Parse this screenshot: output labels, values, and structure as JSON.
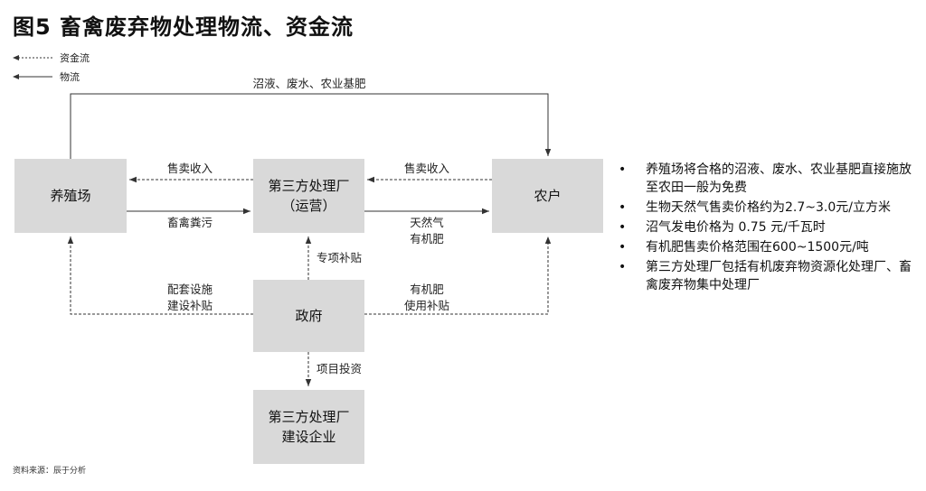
{
  "title": "图5 畜禽废弃物处理物流、资金流",
  "legend": {
    "fund_flow": "资金流",
    "material_flow": "物流"
  },
  "nodes": {
    "farm": "养殖场",
    "processor_line1": "第三方处理厂",
    "processor_line2": "（运营）",
    "farmer": "农户",
    "government": "政府",
    "builder_line1": "第三方处理厂",
    "builder_line2": "建设企业"
  },
  "edge_labels": {
    "top_loop": "沼液、废水、农业基肥",
    "sale_income_left": "售卖收入",
    "manure": "畜禽粪污",
    "sale_income_right": "售卖收入",
    "gas_line1": "天然气",
    "gas_line2": "有机肥",
    "special_subsidy": "专项补贴",
    "facility_line1": "配套设施",
    "facility_line2": "建设补贴",
    "fert_line1": "有机肥",
    "fert_line2": "使用补贴",
    "project_investment": "项目投资"
  },
  "bullets": [
    "养殖场将合格的沼液、废水、农业基肥直接施放至农田一般为免费",
    "生物天然气售卖价格约为2.7~3.0元/立方米",
    "沼气发电价格为 0.75 元/千瓦时",
    "有机肥售卖价格范围在600~1500元/吨",
    "第三方处理厂包括有机废弃物资源化处理厂、畜禽废弃物集中处理厂"
  ],
  "bullet_symbol": "•",
  "source": "资料来源：辰于分析",
  "colors": {
    "box_fill": "#d9d9d9",
    "line": "#333333"
  }
}
